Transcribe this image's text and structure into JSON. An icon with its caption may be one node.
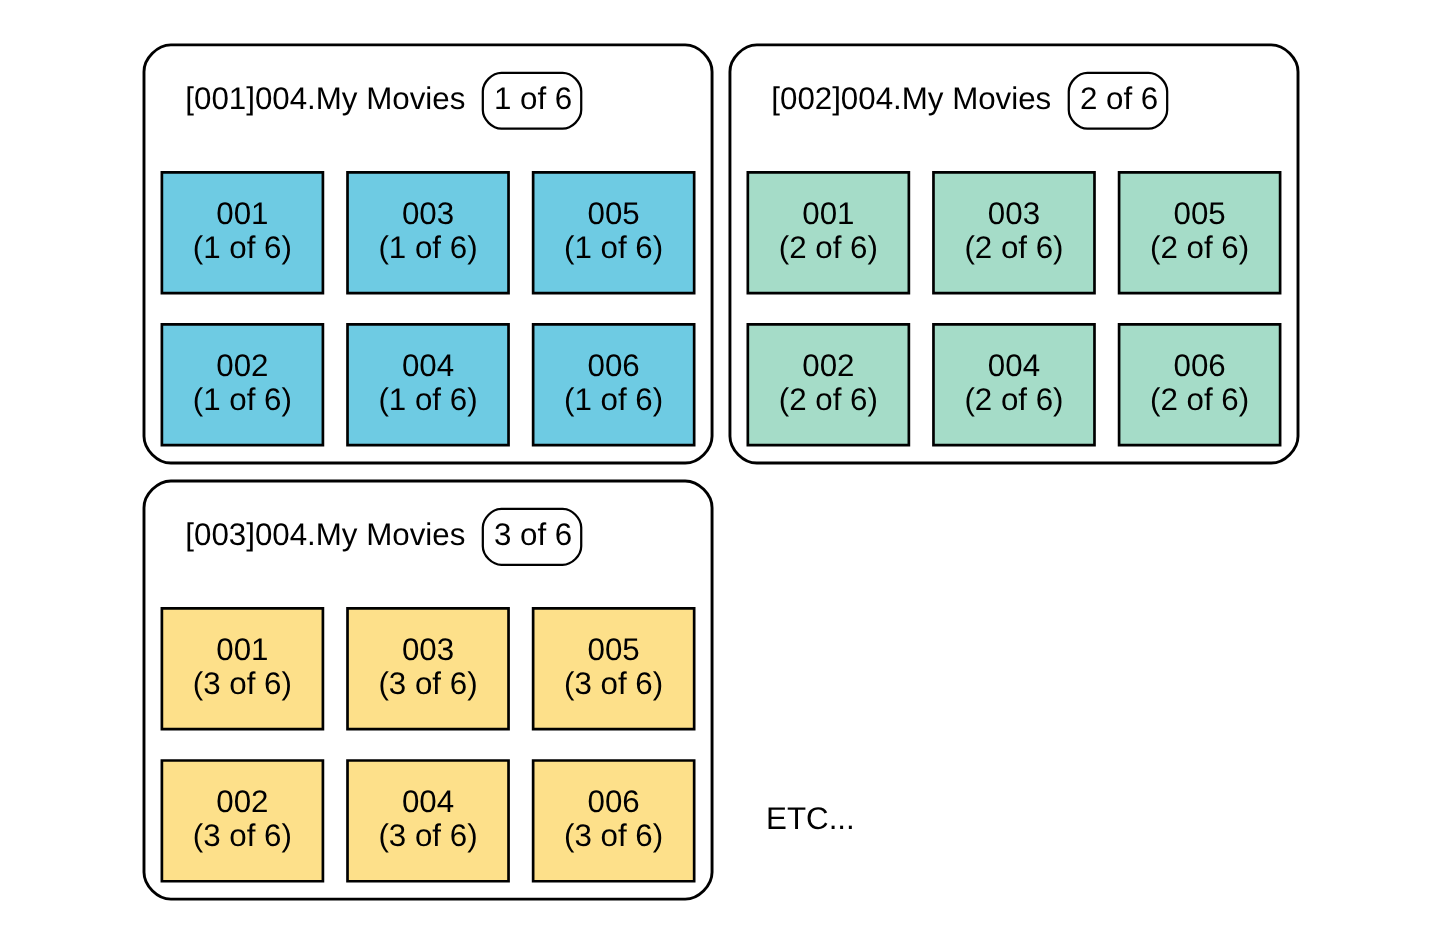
{
  "diagram": {
    "nodes": [
      {
        "text": [
          "[001]004.My Movies",
          "1 of 6"
        ]
      },
      {
        "text": [
          "001 (1 of 6)"
        ],
        "in": 0
      },
      {
        "text": [
          "003 (1 of 6)"
        ],
        "in": 0
      },
      {
        "text": [
          "005 (1 of 6)"
        ],
        "in": 0
      },
      {
        "text": [
          "002 (1 of 6)"
        ],
        "in": 0
      },
      {
        "text": [
          "004 (1 of 6)"
        ],
        "in": 0
      },
      {
        "text": [
          "006 (1 of 6)"
        ],
        "in": 0
      },
      {
        "text": [
          "[002]004.My Movies",
          "2 of 6"
        ]
      },
      {
        "text": [
          "001 (2 of 6)"
        ],
        "in": 7
      },
      {
        "text": [
          "003 (2 of 6)"
        ],
        "in": 7
      },
      {
        "text": [
          "005 (2 of 6)"
        ],
        "in": 7
      },
      {
        "text": [
          "002 (2 of 6)"
        ],
        "in": 7
      },
      {
        "text": [
          "004 (2 of 6)"
        ],
        "in": 7
      },
      {
        "text": [
          "006 (2 of 6)"
        ],
        "in": 7
      },
      {
        "text": [
          "[003]004.My Movies",
          "3 of 6"
        ]
      },
      {
        "text": [
          "001 (3 of 6)"
        ],
        "in": 14
      },
      {
        "text": [
          "003 (3 of 6)"
        ],
        "in": 14
      },
      {
        "text": [
          "005 (3 of 6)"
        ],
        "in": 14
      },
      {
        "text": [
          "002 (3 of 6)"
        ],
        "in": 14
      },
      {
        "text": [
          "004 (3 of 6)"
        ],
        "in": 14
      },
      {
        "text": [
          "006 (3 of 6)"
        ],
        "in": 14
      }
    ],
    "edges": [],
    "labels": [
      "ETC..."
    ]
  }
}
